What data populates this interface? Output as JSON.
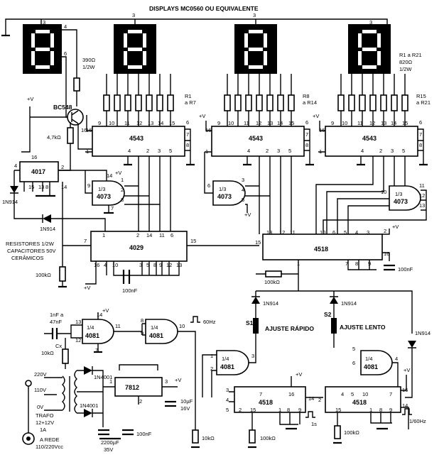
{
  "title": "DISPLAYS MC0560 OU EQUIVALENTE",
  "res_top": [
    "390Ω",
    "1/2W"
  ],
  "res_r1r21": [
    "R1 a R21",
    "820Ω",
    "1/2W"
  ],
  "rgroup1": [
    "R1",
    "a R7"
  ],
  "rgroup2": [
    "R8",
    "a R14"
  ],
  "rgroup3": [
    "R15",
    "a R21"
  ],
  "transistor": "BC548",
  "res_4k7": "4,7kΩ",
  "vplus": "+V",
  "ic_4017": "4017",
  "ic_4543": "4543",
  "ic_4073": "4073",
  "ic_4073_frac": "1/3",
  "ic_4029": "4029",
  "ic_4518": "4518",
  "ic_4081": "4081",
  "ic_4081_frac": "1/4",
  "ic_7812": "7812",
  "diode_1n914": "1N914",
  "diode_1n4001": "1N4001",
  "notes": [
    "RESISTORES 1/2W",
    "CAPACITORES 50V",
    "CERÂMICOS"
  ],
  "res_100k": "100kΩ",
  "cap_100n": "100nF",
  "cap_1n47n": [
    "1nF a",
    "47nF"
  ],
  "cx": "Cx",
  "res_10k": "10kΩ",
  "res_10k_b": "10kΩ",
  "freq_60": "60Hz",
  "freq_1_60": "1/60Hz",
  "one_s": "1s",
  "s1": "S1",
  "s2": "S2",
  "ajuste_rapido": "AJUSTE RÁPIDO",
  "ajuste_lento": "AJUSTE LENTO",
  "mains": [
    "220V",
    "110V",
    "0V"
  ],
  "trafo": [
    "TRAFO",
    "12+12V",
    "1A"
  ],
  "cap_2200": [
    "2200µF",
    "35V"
  ],
  "cap_10u": [
    "10µF",
    "16V"
  ],
  "rede": [
    "A REDE",
    "110/220Vcc"
  ],
  "pins_4543": [
    "7",
    "6",
    "4",
    "2",
    "1",
    "9",
    "10",
    "11",
    "12",
    "13",
    "15",
    "3",
    "5"
  ]
}
